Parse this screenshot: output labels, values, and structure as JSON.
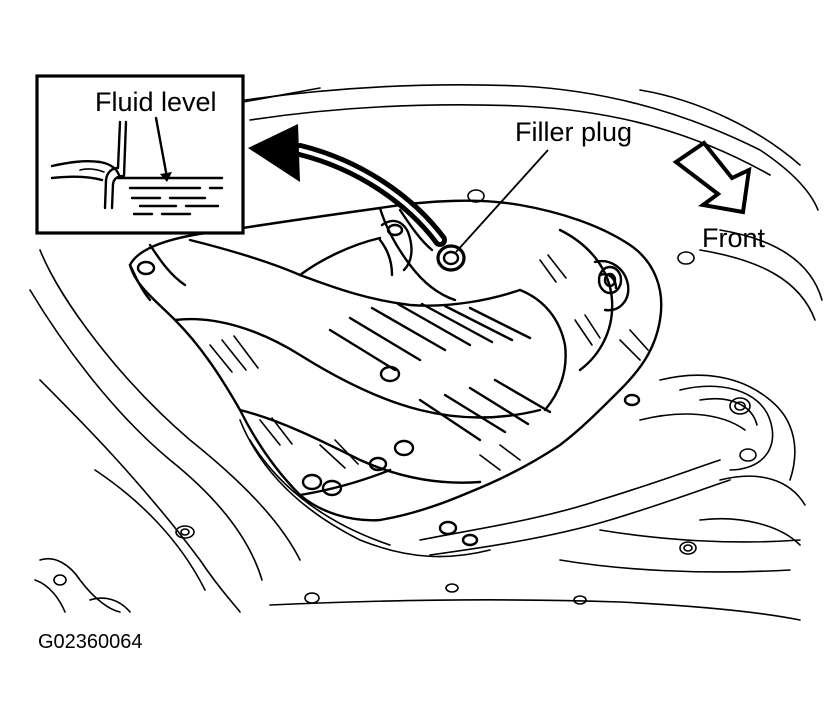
{
  "labels": {
    "fluid_level": "Fluid level",
    "filler_plug": "Filler plug",
    "front": "Front",
    "figure_code": "G02360064"
  },
  "colors": {
    "ink": "#000000",
    "paper": "#ffffff"
  },
  "icons": {
    "direction_arrow": "front-direction-arrow-icon",
    "pointer_arrow": "curved-arrow-icon"
  }
}
